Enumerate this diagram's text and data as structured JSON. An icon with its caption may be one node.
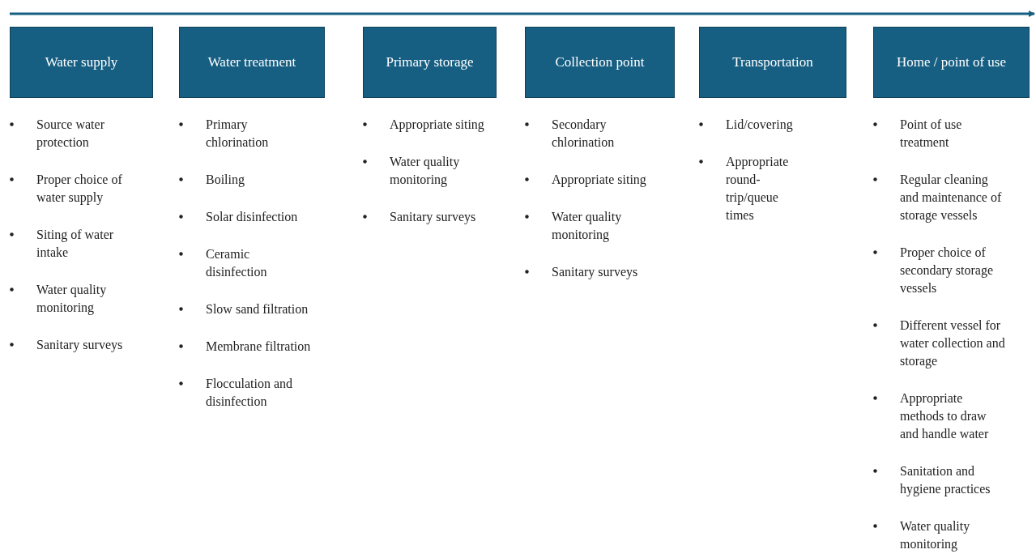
{
  "diagram": {
    "nodes": [
      {
        "text": [
          "Water supply"
        ],
        "beside": [
          "Source water protection",
          "Proper choice of water supply",
          "Siting of water intake",
          "Water quality monitoring",
          "Sanitary surveys"
        ]
      },
      {
        "text": [
          "Water treatment"
        ],
        "beside": [
          "Primary chlorination",
          "Boiling",
          "Solar disinfection",
          "Ceramic disinfection",
          "Slow sand filtration",
          "Membrane filtration",
          "Flocculation and disinfection"
        ]
      },
      {
        "text": [
          "Primary storage"
        ],
        "beside": [
          "Appropriate siting",
          "Water quality monitoring",
          "Sanitary surveys"
        ]
      },
      {
        "text": [
          "Collection point"
        ],
        "beside": [
          "Secondary chlorination",
          "Appropriate siting",
          "Water quality monitoring",
          "Sanitary surveys"
        ]
      },
      {
        "text": [
          "Transportation"
        ],
        "beside": [
          "Lid/covering",
          "Appropriate round-trip/queue times"
        ]
      },
      {
        "text": [
          "Home / point of use"
        ],
        "beside": [
          "Point of use treatment",
          "Regular cleaning and maintenance of storage vessels",
          "Proper choice of secondary storage vessels",
          "Different vessel for water collection and storage",
          "Appropriate methods to draw and handle water",
          "Sanitation and hygiene practices",
          "Water quality monitoring"
        ]
      }
    ]
  }
}
